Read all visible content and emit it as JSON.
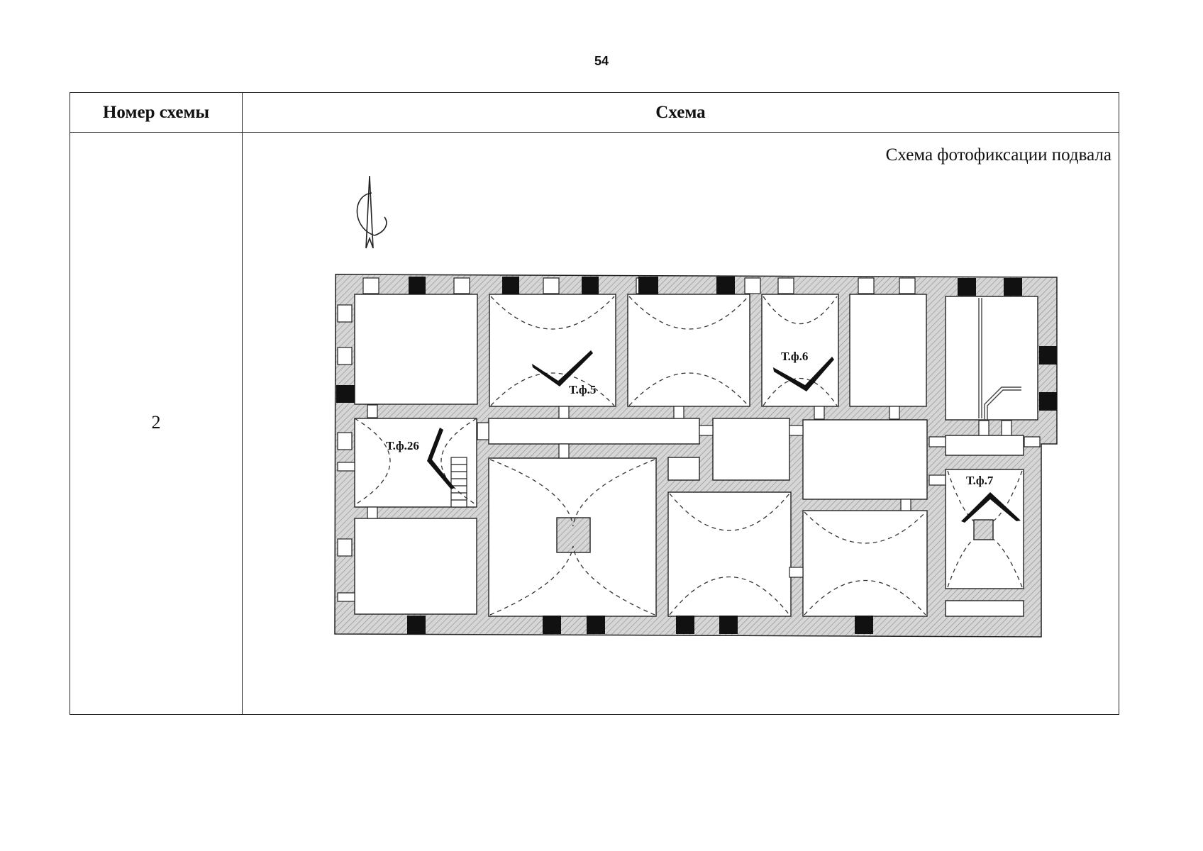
{
  "page": {
    "number": "54"
  },
  "table": {
    "headers": {
      "number": "Номер схемы",
      "scheme": "Схема"
    },
    "row": {
      "number": "2",
      "caption": "Схема фотофиксации подвала"
    }
  },
  "plan": {
    "photo_points": [
      {
        "label": "Т.ф.5"
      },
      {
        "label": "Т.ф.6"
      },
      {
        "label": "Т.ф.26"
      },
      {
        "label": "Т.ф.7"
      }
    ],
    "north_arrow_icon": "compass-north-arrow-icon",
    "colors": {
      "wall": "#cfcfcf",
      "pier": "#111111",
      "line": "#222222"
    }
  }
}
